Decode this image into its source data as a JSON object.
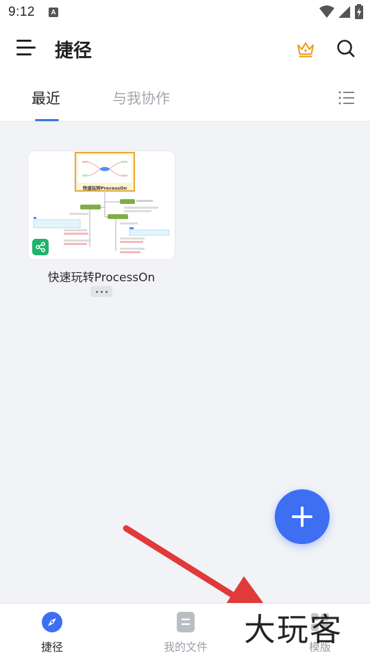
{
  "status_bar": {
    "time": "9:12",
    "notification_letter": "A"
  },
  "header": {
    "title": "捷径",
    "icons": [
      "menu-icon",
      "crown-icon",
      "search-icon"
    ]
  },
  "tabs": [
    {
      "label": "最近",
      "active": true
    },
    {
      "label": "与我协作",
      "active": false
    }
  ],
  "files": [
    {
      "name": "快速玩转ProcessOn",
      "thumbnail_title": "快速玩转ProcessOn",
      "shared": true
    }
  ],
  "fab": {
    "icon": "plus-icon"
  },
  "bottom_nav": [
    {
      "label": "捷径",
      "icon": "compass-icon",
      "active": true
    },
    {
      "label": "我的文件",
      "icon": "document-icon",
      "active": false
    },
    {
      "label": "模版",
      "icon": "template-icon",
      "active": false
    }
  ],
  "watermark": "大玩客",
  "colors": {
    "accent": "#3e6ff2",
    "tab_indicator": "#3c72f0",
    "background": "#f2f3f7",
    "share_badge": "#1fb36b",
    "crown": "#f0a020",
    "arrow": "#e03a3a"
  }
}
